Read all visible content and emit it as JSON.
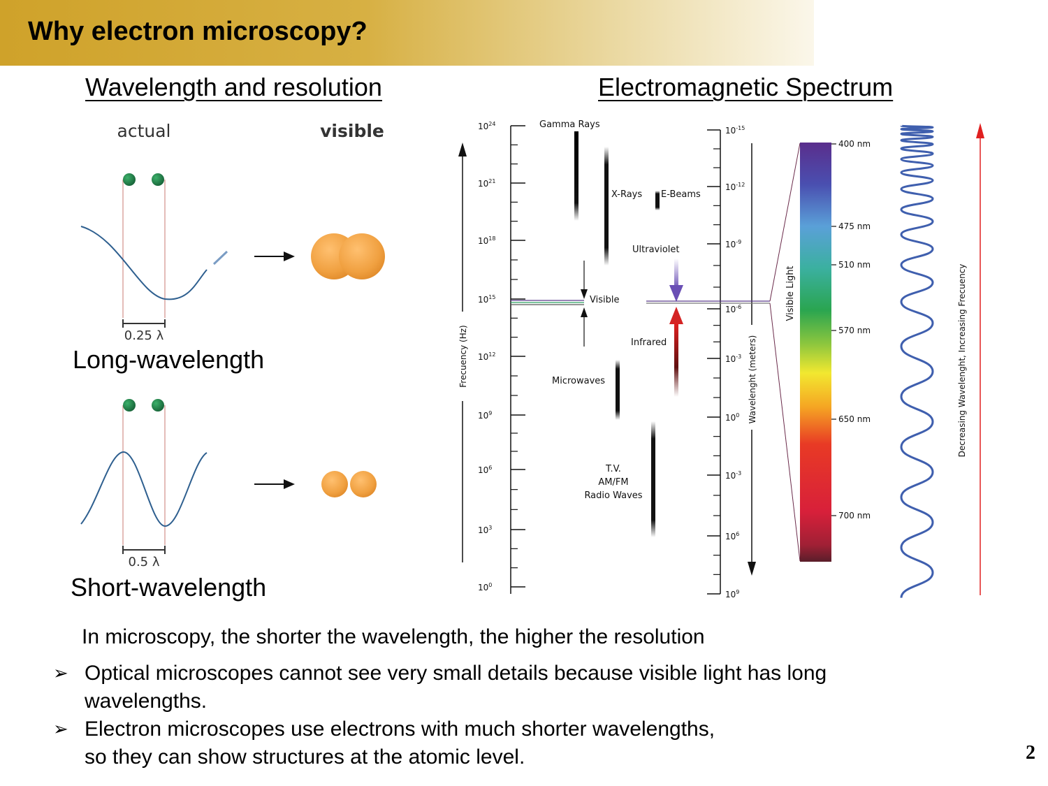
{
  "title": "Why electron microscopy?",
  "left": {
    "heading": "Wavelength and resolution",
    "col_actual": "actual",
    "col_visible": "visible",
    "long_spacing": "0.25 λ",
    "long_caption": "Long-wavelength",
    "short_spacing": "0.5 λ",
    "short_caption": "Short-wavelength",
    "colors": {
      "dot": "#1f7a45",
      "wave": "#2e5f8f",
      "sphere": "#f0a040",
      "guide": "#c97a70"
    }
  },
  "right": {
    "heading": "Electromagnetic Spectrum",
    "freq_axis_label": "Frecuency (Hz)",
    "freq_ticks": [
      {
        "base": "10",
        "exp": "24"
      },
      {
        "base": "10",
        "exp": "21"
      },
      {
        "base": "10",
        "exp": "18"
      },
      {
        "base": "10",
        "exp": "15"
      },
      {
        "base": "10",
        "exp": "12"
      },
      {
        "base": "10",
        "exp": "9"
      },
      {
        "base": "10",
        "exp": "6"
      },
      {
        "base": "10",
        "exp": "3"
      },
      {
        "base": "10",
        "exp": "0"
      }
    ],
    "wave_axis_label": "Wavelenght (meters)",
    "wave_ticks": [
      {
        "base": "10",
        "exp": "-15"
      },
      {
        "base": "10",
        "exp": "-12"
      },
      {
        "base": "10",
        "exp": "-9"
      },
      {
        "base": "10",
        "exp": "-6"
      },
      {
        "base": "10",
        "exp": "-3"
      },
      {
        "base": "10",
        "exp": "0"
      },
      {
        "base": "10",
        "exp": "-3"
      },
      {
        "base": "10",
        "exp": "6"
      },
      {
        "base": "10",
        "exp": "9"
      }
    ],
    "bands": {
      "gamma": "Gamma Rays",
      "xrays": "X-Rays",
      "ebeams": "E-Beams",
      "ultraviolet": "Ultraviolet",
      "visible": "Visible",
      "infrared": "Infrared",
      "microwaves": "Microwaves",
      "radio1": "T.V.",
      "radio2": "AM/FM",
      "radio3": "Radio Waves"
    },
    "visible_light_label": "Visible Light",
    "nm_ticks": [
      "400 nm",
      "475 nm",
      "510 nm",
      "570 nm",
      "650 nm",
      "700 nm"
    ],
    "right_axis_label": "Decreasing Wavelenght, Increasing Frecuency",
    "colors": {
      "uv_arrow": "#6a4fb5",
      "ir_arrow": "#d42424",
      "wave": "#3f5fae",
      "right_arrow": "#e02020"
    }
  },
  "statement": "In microscopy, the shorter the wavelength, the higher the resolution",
  "bullets": [
    {
      "marker": "➢",
      "line1": "Optical microscopes cannot see very small details because visible light has long",
      "line2": "wavelengths."
    },
    {
      "marker": "➢",
      "line1": "Electron microscopes use electrons with much shorter wavelengths,",
      "line2": "so they can show structures at the atomic level."
    }
  ],
  "page_number": "2"
}
